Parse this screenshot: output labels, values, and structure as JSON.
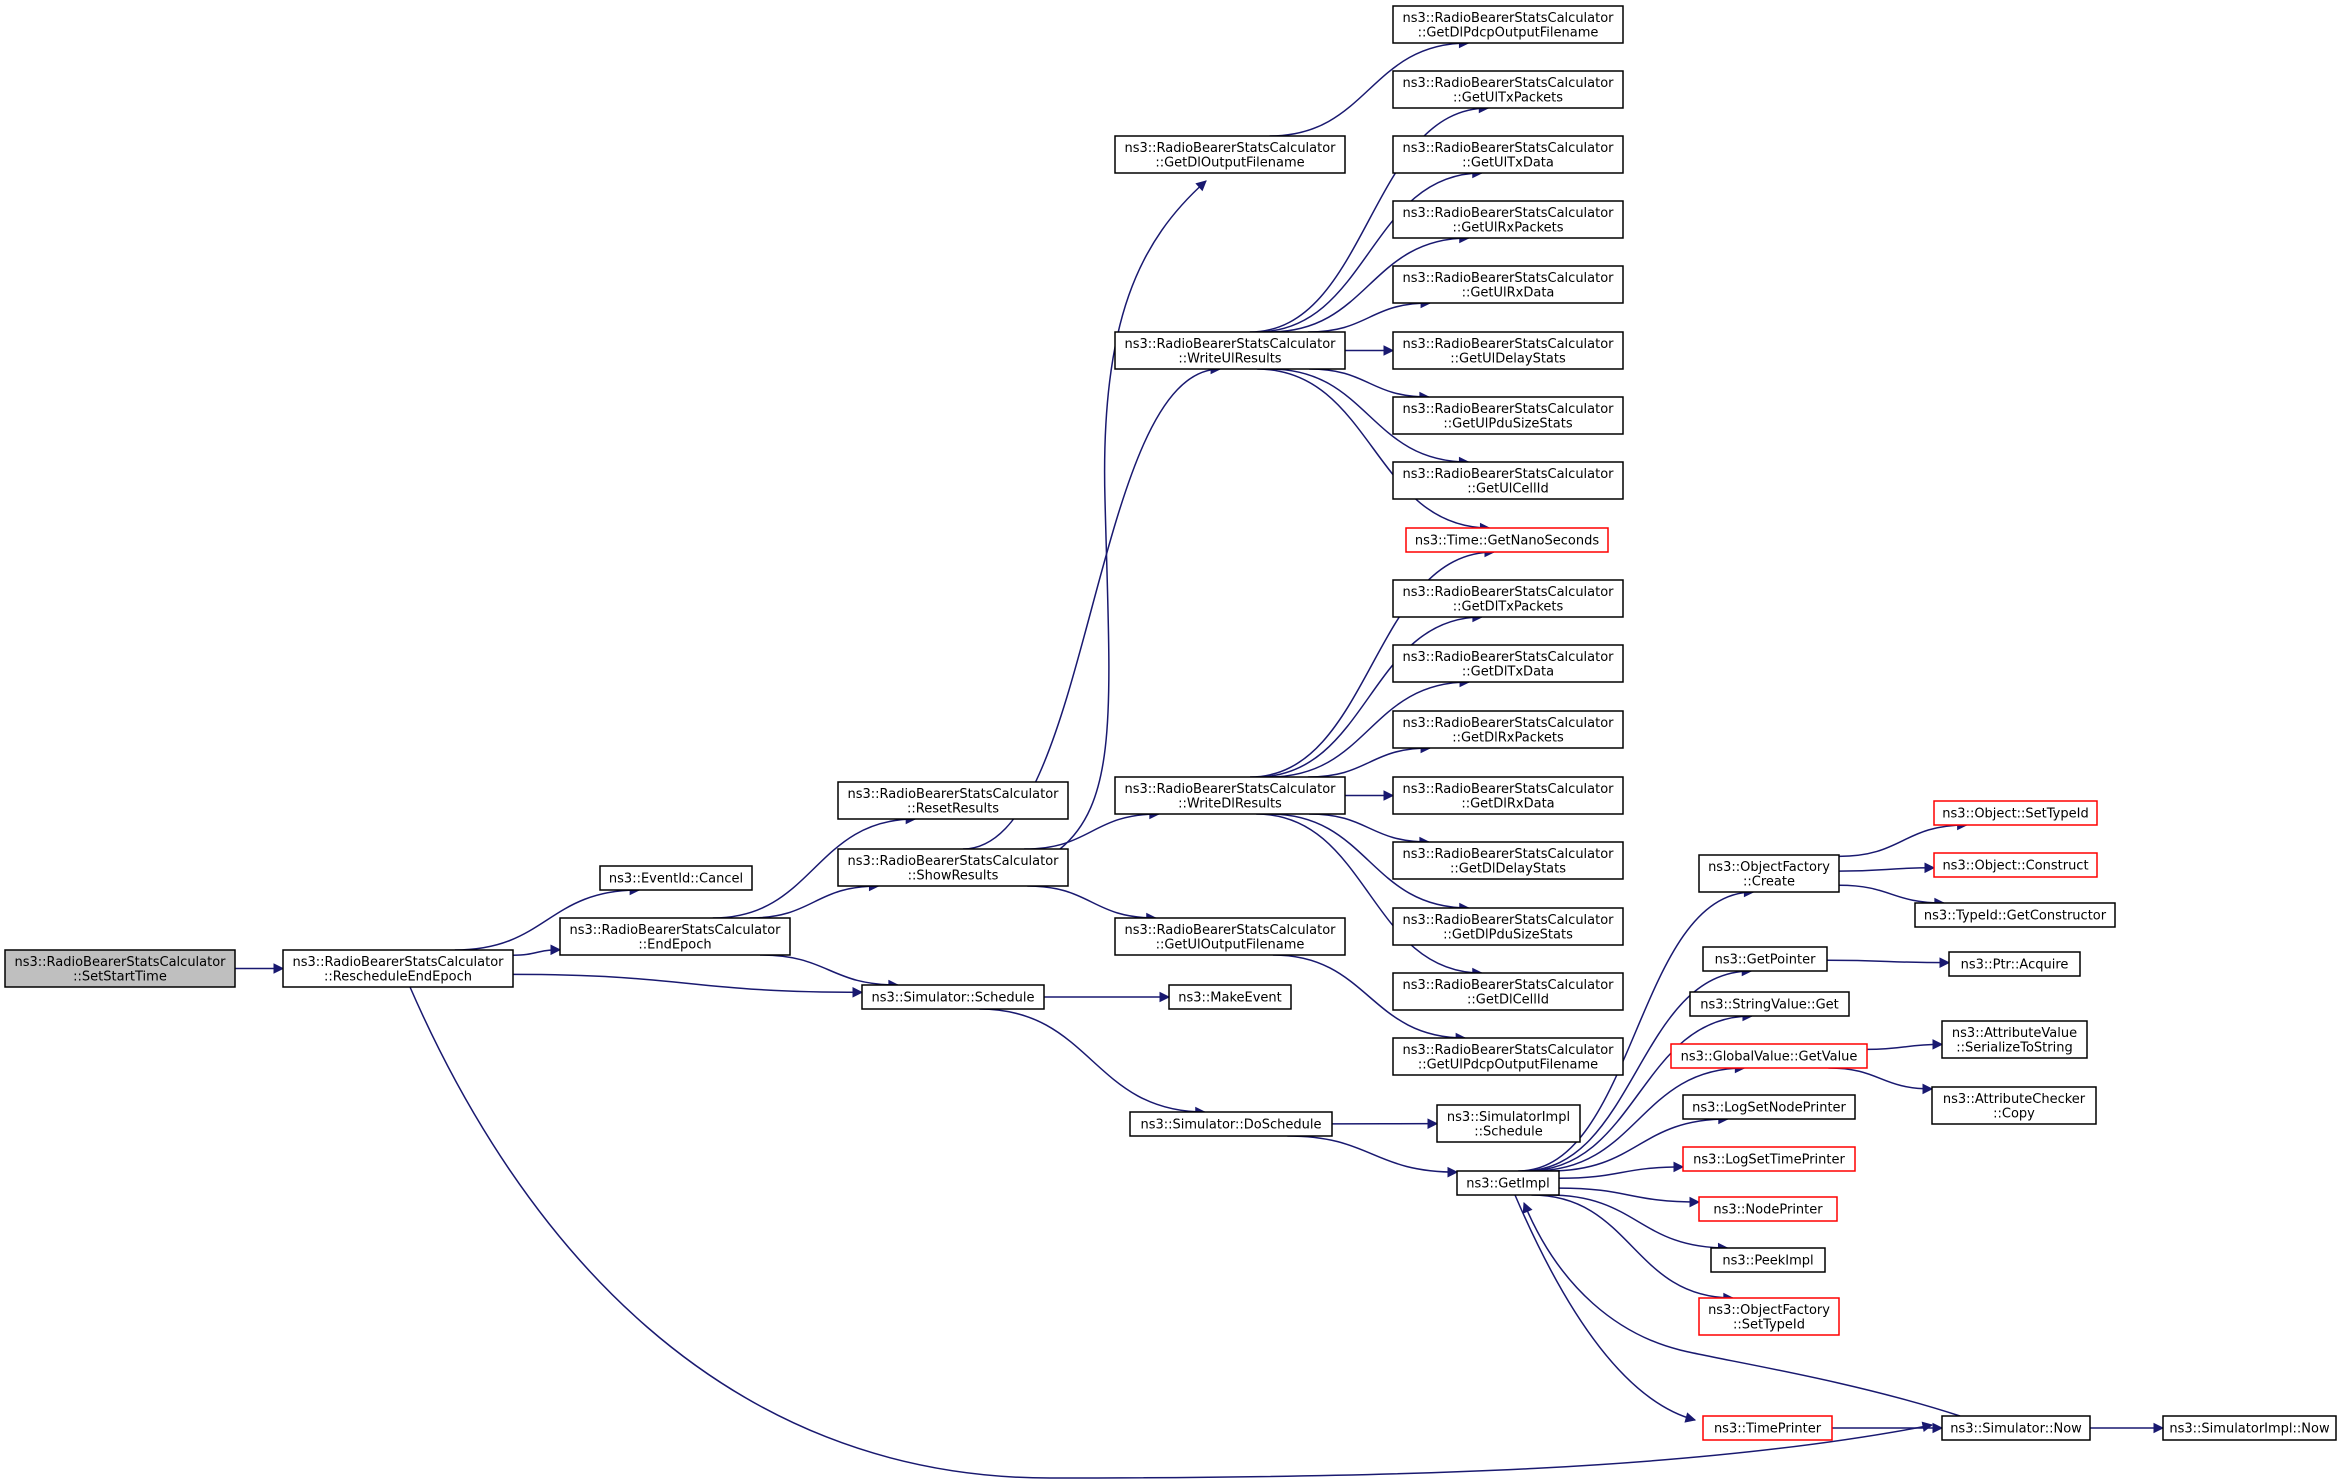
{
  "diagram": {
    "title": "",
    "nodes": [
      {
        "id": "setstarttime",
        "lines": [
          "ns3::RadioBearerStatsCalculator",
          "::SetStartTime"
        ],
        "style": "grey"
      },
      {
        "id": "rescheduleendepoch",
        "lines": [
          "ns3::RadioBearerStatsCalculator",
          "::RescheduleEndEpoch"
        ],
        "style": "normal"
      },
      {
        "id": "eventid-cancel",
        "lines": [
          "ns3::EventId::Cancel"
        ],
        "style": "normal"
      },
      {
        "id": "endepoch",
        "lines": [
          "ns3::RadioBearerStatsCalculator",
          "::EndEpoch"
        ],
        "style": "normal"
      },
      {
        "id": "resetresults",
        "lines": [
          "ns3::RadioBearerStatsCalculator",
          "::ResetResults"
        ],
        "style": "normal"
      },
      {
        "id": "showresults",
        "lines": [
          "ns3::RadioBearerStatsCalculator",
          "::ShowResults"
        ],
        "style": "normal"
      },
      {
        "id": "simulator-schedule",
        "lines": [
          "ns3::Simulator::Schedule"
        ],
        "style": "normal"
      },
      {
        "id": "getdloutputfilename",
        "lines": [
          "ns3::RadioBearerStatsCalculator",
          "::GetDlOutputFilename"
        ],
        "style": "normal"
      },
      {
        "id": "writeulresults",
        "lines": [
          "ns3::RadioBearerStatsCalculator",
          "::WriteUlResults"
        ],
        "style": "normal"
      },
      {
        "id": "writedlresults",
        "lines": [
          "ns3::RadioBearerStatsCalculator",
          "::WriteDlResults"
        ],
        "style": "normal"
      },
      {
        "id": "getuloutputfilename",
        "lines": [
          "ns3::RadioBearerStatsCalculator",
          "::GetUlOutputFilename"
        ],
        "style": "normal"
      },
      {
        "id": "makeevent",
        "lines": [
          "ns3::MakeEvent"
        ],
        "style": "normal"
      },
      {
        "id": "simulator-doschedule",
        "lines": [
          "ns3::Simulator::DoSchedule"
        ],
        "style": "normal"
      },
      {
        "id": "getdlpdcpoutputfilename",
        "lines": [
          "ns3::RadioBearerStatsCalculator",
          "::GetDlPdcpOutputFilename"
        ],
        "style": "normal"
      },
      {
        "id": "getultxpackets",
        "lines": [
          "ns3::RadioBearerStatsCalculator",
          "::GetUlTxPackets"
        ],
        "style": "normal"
      },
      {
        "id": "getultxdata",
        "lines": [
          "ns3::RadioBearerStatsCalculator",
          "::GetUlTxData"
        ],
        "style": "normal"
      },
      {
        "id": "getulrxpackets",
        "lines": [
          "ns3::RadioBearerStatsCalculator",
          "::GetUlRxPackets"
        ],
        "style": "normal"
      },
      {
        "id": "getulrxdata",
        "lines": [
          "ns3::RadioBearerStatsCalculator",
          "::GetUlRxData"
        ],
        "style": "normal"
      },
      {
        "id": "getuldelaystats",
        "lines": [
          "ns3::RadioBearerStatsCalculator",
          "::GetUlDelayStats"
        ],
        "style": "normal"
      },
      {
        "id": "getulpdusizestats",
        "lines": [
          "ns3::RadioBearerStatsCalculator",
          "::GetUlPduSizeStats"
        ],
        "style": "normal"
      },
      {
        "id": "getulcellid",
        "lines": [
          "ns3::RadioBearerStatsCalculator",
          "::GetUlCellId"
        ],
        "style": "normal"
      },
      {
        "id": "time-getnanoseconds",
        "lines": [
          "ns3::Time::GetNanoSeconds"
        ],
        "style": "red"
      },
      {
        "id": "getdltxpackets",
        "lines": [
          "ns3::RadioBearerStatsCalculator",
          "::GetDlTxPackets"
        ],
        "style": "normal"
      },
      {
        "id": "getdltxdata",
        "lines": [
          "ns3::RadioBearerStatsCalculator",
          "::GetDlTxData"
        ],
        "style": "normal"
      },
      {
        "id": "getdlrxpackets",
        "lines": [
          "ns3::RadioBearerStatsCalculator",
          "::GetDlRxPackets"
        ],
        "style": "normal"
      },
      {
        "id": "getdlrxdata",
        "lines": [
          "ns3::RadioBearerStatsCalculator",
          "::GetDlRxData"
        ],
        "style": "normal"
      },
      {
        "id": "getdldelaystats",
        "lines": [
          "ns3::RadioBearerStatsCalculator",
          "::GetDlDelayStats"
        ],
        "style": "normal"
      },
      {
        "id": "getdlpdusizestats",
        "lines": [
          "ns3::RadioBearerStatsCalculator",
          "::GetDlPduSizeStats"
        ],
        "style": "normal"
      },
      {
        "id": "getdlcellid",
        "lines": [
          "ns3::RadioBearerStatsCalculator",
          "::GetDlCellId"
        ],
        "style": "normal"
      },
      {
        "id": "getulpdcpoutputfilename",
        "lines": [
          "ns3::RadioBearerStatsCalculator",
          "::GetUlPdcpOutputFilename"
        ],
        "style": "normal"
      },
      {
        "id": "simulatorimpl-schedule",
        "lines": [
          "ns3::SimulatorImpl",
          "::Schedule"
        ],
        "style": "normal"
      },
      {
        "id": "getimpl",
        "lines": [
          "ns3::GetImpl"
        ],
        "style": "normal"
      },
      {
        "id": "objectfactory-create",
        "lines": [
          "ns3::ObjectFactory",
          "::Create"
        ],
        "style": "normal"
      },
      {
        "id": "getpointer",
        "lines": [
          "ns3::GetPointer"
        ],
        "style": "normal"
      },
      {
        "id": "stringvalue-get",
        "lines": [
          "ns3::StringValue::Get"
        ],
        "style": "normal"
      },
      {
        "id": "globalvalue-getvalue",
        "lines": [
          "ns3::GlobalValue::GetValue"
        ],
        "style": "red"
      },
      {
        "id": "logsetnodeprinter",
        "lines": [
          "ns3::LogSetNodePrinter"
        ],
        "style": "normal"
      },
      {
        "id": "logsettimeprinter",
        "lines": [
          "ns3::LogSetTimePrinter"
        ],
        "style": "red"
      },
      {
        "id": "nodeprinter",
        "lines": [
          "ns3::NodePrinter"
        ],
        "style": "red"
      },
      {
        "id": "peekimpl",
        "lines": [
          "ns3::PeekImpl"
        ],
        "style": "normal"
      },
      {
        "id": "objectfactory-settypeid",
        "lines": [
          "ns3::ObjectFactory",
          "::SetTypeId"
        ],
        "style": "red"
      },
      {
        "id": "timeprinter",
        "lines": [
          "ns3::TimePrinter"
        ],
        "style": "red"
      },
      {
        "id": "simulator-now",
        "lines": [
          "ns3::Simulator::Now"
        ],
        "style": "normal"
      },
      {
        "id": "simulatorimpl-now",
        "lines": [
          "ns3::SimulatorImpl::Now"
        ],
        "style": "normal"
      },
      {
        "id": "object-settypeid",
        "lines": [
          "ns3::Object::SetTypeId"
        ],
        "style": "red"
      },
      {
        "id": "object-construct",
        "lines": [
          "ns3::Object::Construct"
        ],
        "style": "red"
      },
      {
        "id": "typeid-getconstructor",
        "lines": [
          "ns3::TypeId::GetConstructor"
        ],
        "style": "normal"
      },
      {
        "id": "ptr-acquire",
        "lines": [
          "ns3::Ptr::Acquire"
        ],
        "style": "normal"
      },
      {
        "id": "attributevalue-serializetostring",
        "lines": [
          "ns3::AttributeValue",
          "::SerializeToString"
        ],
        "style": "normal"
      },
      {
        "id": "attributechecker-copy",
        "lines": [
          "ns3::AttributeChecker",
          "::Copy"
        ],
        "style": "normal"
      }
    ],
    "edges": [
      [
        "setstarttime",
        "rescheduleendepoch"
      ],
      [
        "rescheduleendepoch",
        "eventid-cancel"
      ],
      [
        "rescheduleendepoch",
        "endepoch"
      ],
      [
        "rescheduleendepoch",
        "simulator-schedule"
      ],
      [
        "rescheduleendepoch",
        "simulator-now"
      ],
      [
        "endepoch",
        "resetresults"
      ],
      [
        "endepoch",
        "showresults"
      ],
      [
        "endepoch",
        "simulator-schedule"
      ],
      [
        "showresults",
        "getdloutputfilename"
      ],
      [
        "showresults",
        "writeulresults"
      ],
      [
        "showresults",
        "writedlresults"
      ],
      [
        "showresults",
        "getuloutputfilename"
      ],
      [
        "simulator-schedule",
        "makeevent"
      ],
      [
        "simulator-schedule",
        "simulator-doschedule"
      ],
      [
        "getdloutputfilename",
        "getdlpdcpoutputfilename"
      ],
      [
        "writeulresults",
        "getultxpackets"
      ],
      [
        "writeulresults",
        "getultxdata"
      ],
      [
        "writeulresults",
        "getulrxpackets"
      ],
      [
        "writeulresults",
        "getulrxdata"
      ],
      [
        "writeulresults",
        "getuldelaystats"
      ],
      [
        "writeulresults",
        "getulpdusizestats"
      ],
      [
        "writeulresults",
        "getulcellid"
      ],
      [
        "writeulresults",
        "time-getnanoseconds"
      ],
      [
        "writedlresults",
        "time-getnanoseconds"
      ],
      [
        "writedlresults",
        "getdltxpackets"
      ],
      [
        "writedlresults",
        "getdltxdata"
      ],
      [
        "writedlresults",
        "getdlrxpackets"
      ],
      [
        "writedlresults",
        "getdlrxdata"
      ],
      [
        "writedlresults",
        "getdldelaystats"
      ],
      [
        "writedlresults",
        "getdlpdusizestats"
      ],
      [
        "writedlresults",
        "getdlcellid"
      ],
      [
        "getuloutputfilename",
        "getulpdcpoutputfilename"
      ],
      [
        "simulator-doschedule",
        "simulatorimpl-schedule"
      ],
      [
        "simulator-doschedule",
        "getimpl"
      ],
      [
        "getimpl",
        "objectfactory-create"
      ],
      [
        "getimpl",
        "getpointer"
      ],
      [
        "getimpl",
        "stringvalue-get"
      ],
      [
        "getimpl",
        "globalvalue-getvalue"
      ],
      [
        "getimpl",
        "logsetnodeprinter"
      ],
      [
        "getimpl",
        "logsettimeprinter"
      ],
      [
        "getimpl",
        "nodeprinter"
      ],
      [
        "getimpl",
        "peekimpl"
      ],
      [
        "getimpl",
        "objectfactory-settypeid"
      ],
      [
        "getimpl",
        "timeprinter"
      ],
      [
        "objectfactory-create",
        "object-settypeid"
      ],
      [
        "objectfactory-create",
        "object-construct"
      ],
      [
        "objectfactory-create",
        "typeid-getconstructor"
      ],
      [
        "getpointer",
        "ptr-acquire"
      ],
      [
        "globalvalue-getvalue",
        "attributevalue-serializetostring"
      ],
      [
        "globalvalue-getvalue",
        "attributechecker-copy"
      ],
      [
        "timeprinter",
        "simulator-now"
      ],
      [
        "simulator-now",
        "getimpl"
      ],
      [
        "simulator-now",
        "simulatorimpl-now"
      ]
    ]
  }
}
